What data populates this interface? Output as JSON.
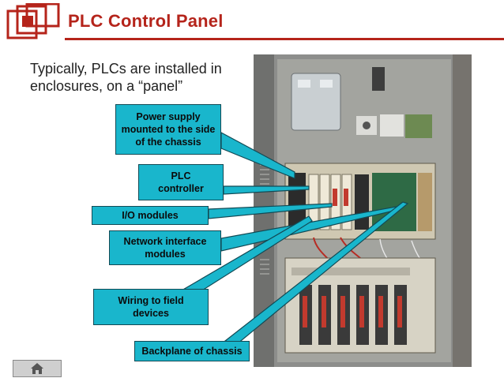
{
  "header": {
    "title": "PLC Control Panel",
    "accent_color": "#b5241b",
    "logo_icon": "nested-squares-logo-icon"
  },
  "subtitle": "Typically, PLCs are installed in enclosures, on a “panel”",
  "callouts": [
    {
      "id": "power-supply",
      "text": "Power supply\nmounted to the side\nof the chassis"
    },
    {
      "id": "plc-controller",
      "text": "PLC\ncontroller"
    },
    {
      "id": "io-modules",
      "text": "I/O modules"
    },
    {
      "id": "network-interface",
      "text": "Network interface\nmodules"
    },
    {
      "id": "wiring",
      "text": "Wiring to field\ndevices"
    },
    {
      "id": "backplane",
      "text": "Backplane of chassis"
    }
  ],
  "callout_color": "#19b6cc",
  "footer": {
    "home_button_icon": "home-icon"
  }
}
